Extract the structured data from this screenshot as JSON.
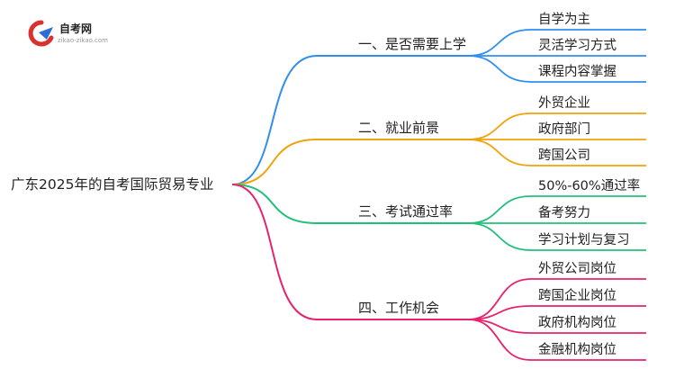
{
  "logo": {
    "name": "自考网",
    "url": "zikao-zikao.com"
  },
  "root": "广东2025年的自考国际贸易专业",
  "branches": [
    {
      "label": "一、是否需要上学",
      "color": "#2e8ff0",
      "children": [
        "自学为主",
        "灵活学习方式",
        "课程内容掌握"
      ]
    },
    {
      "label": "二、就业前景",
      "color": "#f0a30a",
      "children": [
        "外贸企业",
        "政府部门",
        "跨国公司"
      ]
    },
    {
      "label": "三、考试通过率",
      "color": "#22c07a",
      "children": [
        "50%-60%通过率",
        "备考努力",
        "学习计划与复习"
      ]
    },
    {
      "label": "四、工作机会",
      "color": "#e8226e",
      "children": [
        "外贸公司岗位",
        "跨国企业岗位",
        "政府机构岗位",
        "金融机构岗位"
      ]
    }
  ]
}
